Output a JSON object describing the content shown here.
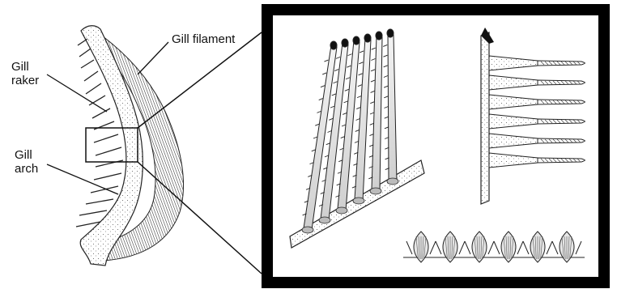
{
  "labels": {
    "gill_filament": "Gill filament",
    "gill_raker": [
      "Gill",
      "raker"
    ],
    "gill_arch": [
      "Gill",
      "arch"
    ]
  },
  "colors": {
    "ink": "#1a1a1a",
    "frame": "#000000",
    "fill": "#ededed",
    "background": "#ffffff"
  }
}
